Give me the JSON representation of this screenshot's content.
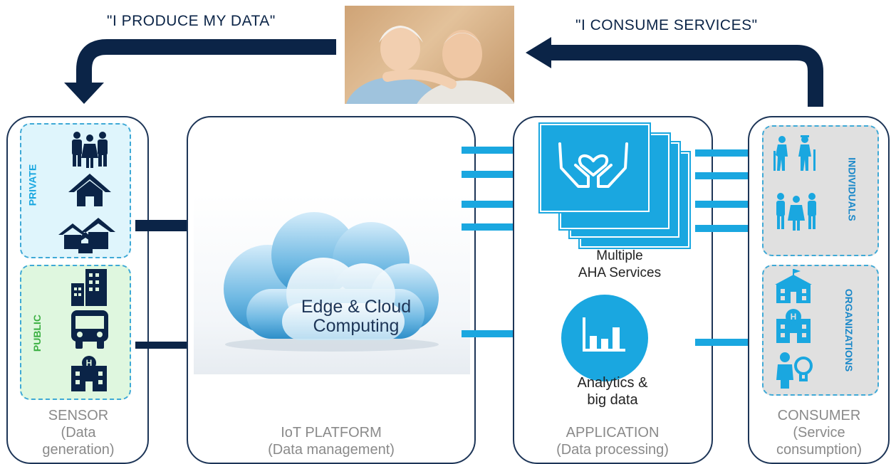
{
  "top": {
    "produce_label": "\"I PRODUCE MY DATA\"",
    "consume_label": "\"I CONSUME SERVICES\""
  },
  "sensor": {
    "private_label": "PRIVATE",
    "public_label": "PUBLIC",
    "caption_line1": "SENSOR",
    "caption_line2": "(Data",
    "caption_line3": "generation)"
  },
  "platform": {
    "cloud_line1": "Edge & Cloud",
    "cloud_line2": "Computing",
    "caption_line1": "IoT PLATFORM",
    "caption_line2": "(Data management)"
  },
  "application": {
    "services_line1": "Multiple",
    "services_line2": "AHA Services",
    "analytics_line1": "Analytics &",
    "analytics_line2": "big data",
    "caption_line1": "APPLICATION",
    "caption_line2": "(Data processing)"
  },
  "consumer": {
    "individuals_label": "INDIVIDUALS",
    "organizations_label": "ORGANIZATIONS",
    "caption_line1": "CONSUMER",
    "caption_line2": "(Service",
    "caption_line3": "consumption)"
  },
  "colors": {
    "navy": "#0b2447",
    "accent_blue": "#1aa7e0",
    "private_bg": "#dff5fc",
    "public_bg": "#dff7df",
    "consumer_bg": "#e0e0e0"
  }
}
